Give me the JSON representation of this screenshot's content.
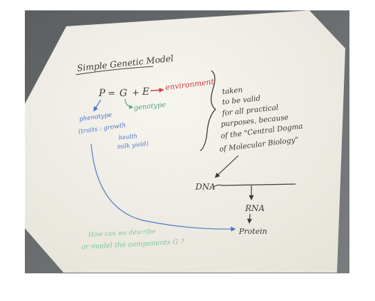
{
  "photo": {
    "title": "Simple Genetic Model",
    "equation": {
      "p": "P",
      "eq": "=",
      "g": "G",
      "plus": "+",
      "e": "E"
    },
    "environment": "environment",
    "genotype": "genotype",
    "phenotype": "phenotype",
    "traits": "(traits : growth",
    "trait_health": "health",
    "trait_milk": "milk yield)",
    "note_lines": [
      "taken",
      "to be valid",
      "for all practical",
      "purposes, because",
      "of the \"Central Dogma",
      "of Molecular Biology\""
    ],
    "dna": "DNA",
    "rna": "RNA",
    "protein": "Protein",
    "question_lines": [
      "How can we describe",
      "or model the components G ?"
    ],
    "colors": {
      "black_ink": "#3a3a3a",
      "red_ink": "#d23b3b",
      "green_ink": "#4fa97a",
      "blue_ink": "#4b78c4",
      "question_ink": "#7fc6a4",
      "board": "#f3f1ea",
      "wall": "#6b6e70"
    }
  }
}
